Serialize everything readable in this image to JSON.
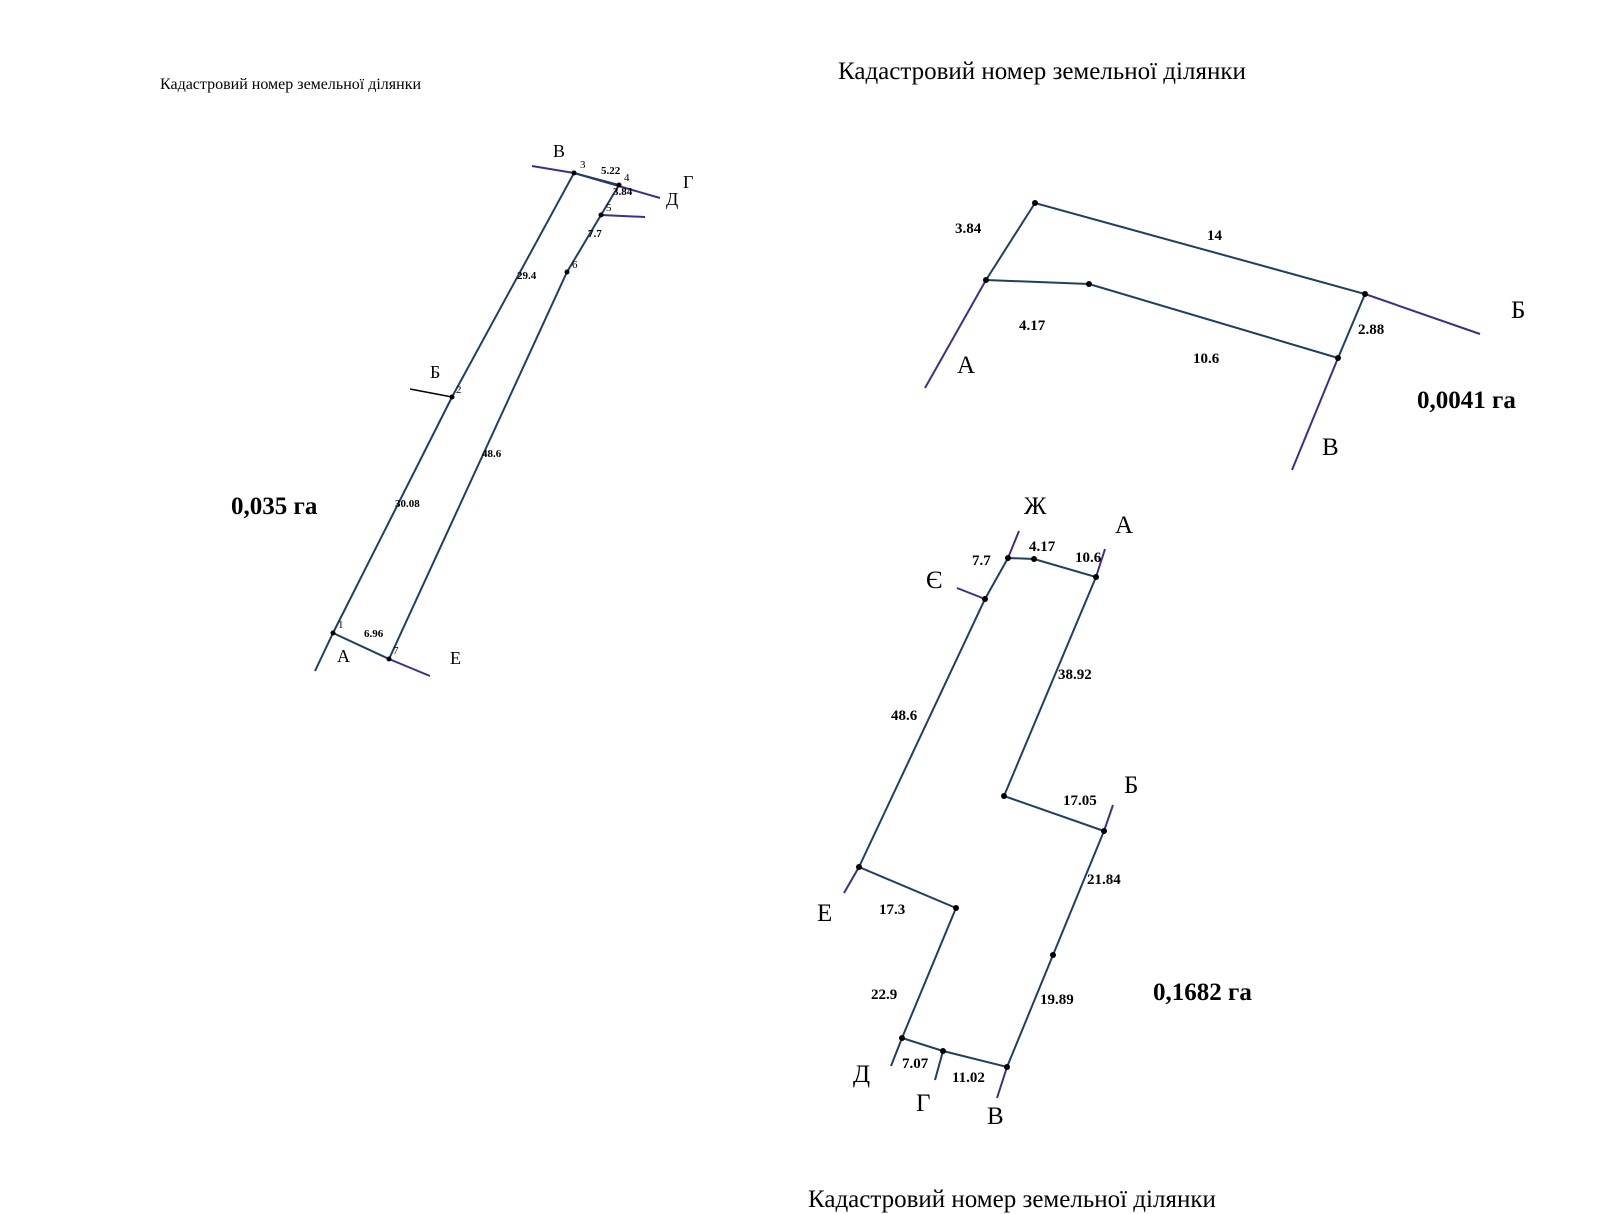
{
  "titles": {
    "left": "Кадастровий номер земельної ділянки",
    "right": "Кадастровий номер земельної ділянки",
    "bottom": "Кадастровий номер земельної ділянки"
  },
  "colors": {
    "boundary": "#1f3f63",
    "neighbor": "#3d2d8f"
  },
  "plot_left": {
    "area": "0,035 га",
    "letters": [
      "А",
      "Б",
      "В",
      "Г",
      "Д",
      "Е"
    ],
    "point_numbers": [
      "1",
      "2",
      "3",
      "4",
      "5",
      "6",
      "7"
    ],
    "lengths": [
      "5.22",
      "3.84",
      "7.7",
      "29.4",
      "48.6",
      "30.08",
      "6.96"
    ]
  },
  "plot_top_right": {
    "area": "0,0041 га",
    "letters": [
      "А",
      "Б",
      "В"
    ],
    "lengths": [
      "3.84",
      "14",
      "4.17",
      "10.6",
      "2.88"
    ]
  },
  "plot_bottom_right": {
    "area": "0,1682 га",
    "letters": [
      "Ж",
      "А",
      "Є",
      "Б",
      "Е",
      "Д",
      "Г",
      "В"
    ],
    "lengths": [
      "7.7",
      "4.17",
      "10.6",
      "38.92",
      "48.6",
      "17.05",
      "21.84",
      "17.3",
      "22.9",
      "19.89",
      "7.07",
      "11.02"
    ]
  }
}
